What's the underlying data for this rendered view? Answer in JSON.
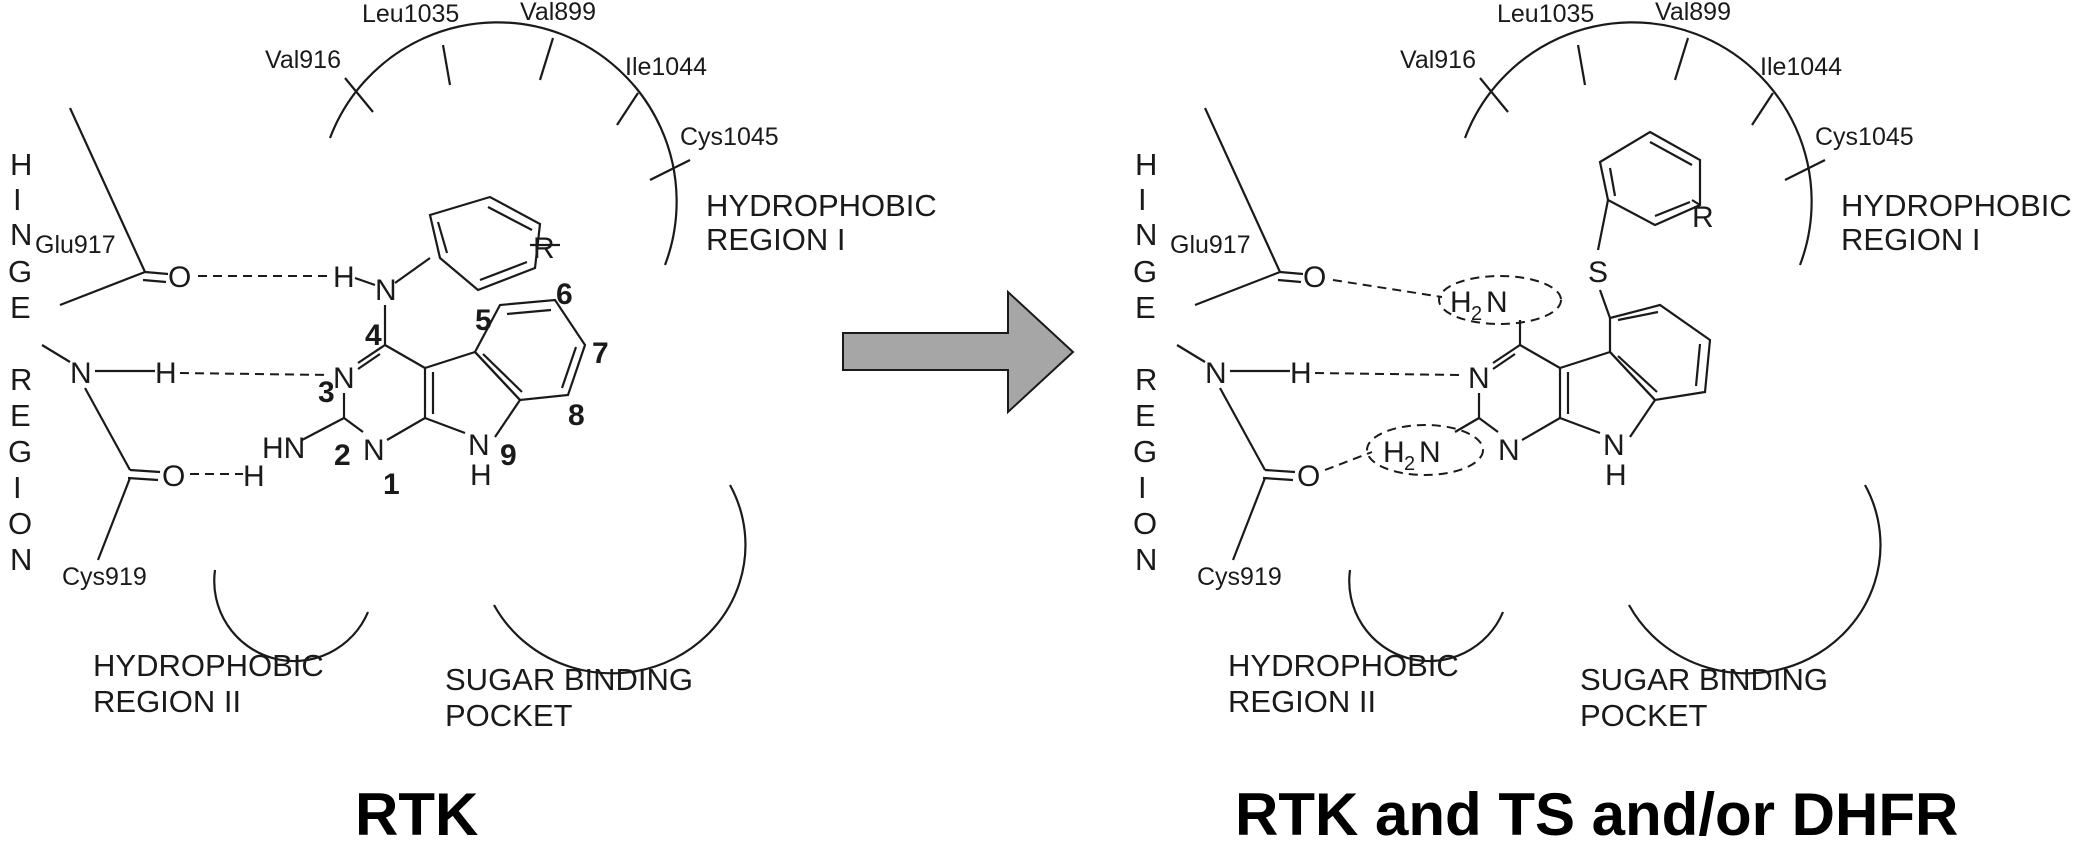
{
  "left_panel": {
    "hinge_letters": [
      "H",
      "I",
      "N",
      "G",
      "E",
      "",
      "R",
      "E",
      "G",
      "I",
      "O",
      "N"
    ],
    "residues": {
      "val916": "Val916",
      "leu1035": "Leu1035",
      "val899": "Val899",
      "ile1044": "Ile1044",
      "cys1045": "Cys1045",
      "glu917": "Glu917",
      "cys919": "Cys919"
    },
    "regions": {
      "hydrophobic_1": [
        "HYDROPHOBIC",
        "REGION I"
      ],
      "hydrophobic_2": [
        "HYDROPHOBIC",
        "REGION II"
      ],
      "sugar": [
        "SUGAR BINDING",
        "POCKET"
      ]
    },
    "atoms": {
      "O1": "O",
      "H_nh": "H",
      "N_nh": "N",
      "N_hinge": "N",
      "H_hinge": "H",
      "O2": "O",
      "H2": "H",
      "HN": "HN",
      "N3": "N",
      "N1": "N",
      "NH9_N": "N",
      "NH9_H": "H",
      "R": "R"
    },
    "numbers": [
      "4",
      "3",
      "2",
      "1",
      "5",
      "6",
      "7",
      "8",
      "9"
    ],
    "caption": "RTK"
  },
  "right_panel": {
    "hinge_letters": [
      "H",
      "I",
      "N",
      "G",
      "E",
      "",
      "R",
      "E",
      "G",
      "I",
      "O",
      "N"
    ],
    "residues": {
      "val916": "Val916",
      "leu1035": "Leu1035",
      "val899": "Val899",
      "ile1044": "Ile1044",
      "cys1045": "Cys1045",
      "glu917": "Glu917",
      "cys919": "Cys919"
    },
    "regions": {
      "hydrophobic_1": [
        "HYDROPHOBIC",
        "REGION I"
      ],
      "hydrophobic_2": [
        "HYDROPHOBIC",
        "REGION II"
      ],
      "sugar": [
        "SUGAR BINDING",
        "POCKET"
      ]
    },
    "atoms": {
      "O1": "O",
      "N_hinge": "N",
      "H_hinge": "H",
      "O2": "O",
      "H2N_top_H": "H",
      "H2N_top_sub": "2",
      "H2N_top_N": "N",
      "H2N_bot_H": "H",
      "H2N_bot_sub": "2",
      "H2N_bot_N": "N",
      "N3": "N",
      "N1": "N",
      "NH_N": "N",
      "NH_H": "H",
      "S": "S",
      "R": "R"
    },
    "caption": "RTK and TS and/or DHFR"
  },
  "arrow": {
    "fill": "#a6a6a6",
    "stroke": "#1a1a1a"
  }
}
